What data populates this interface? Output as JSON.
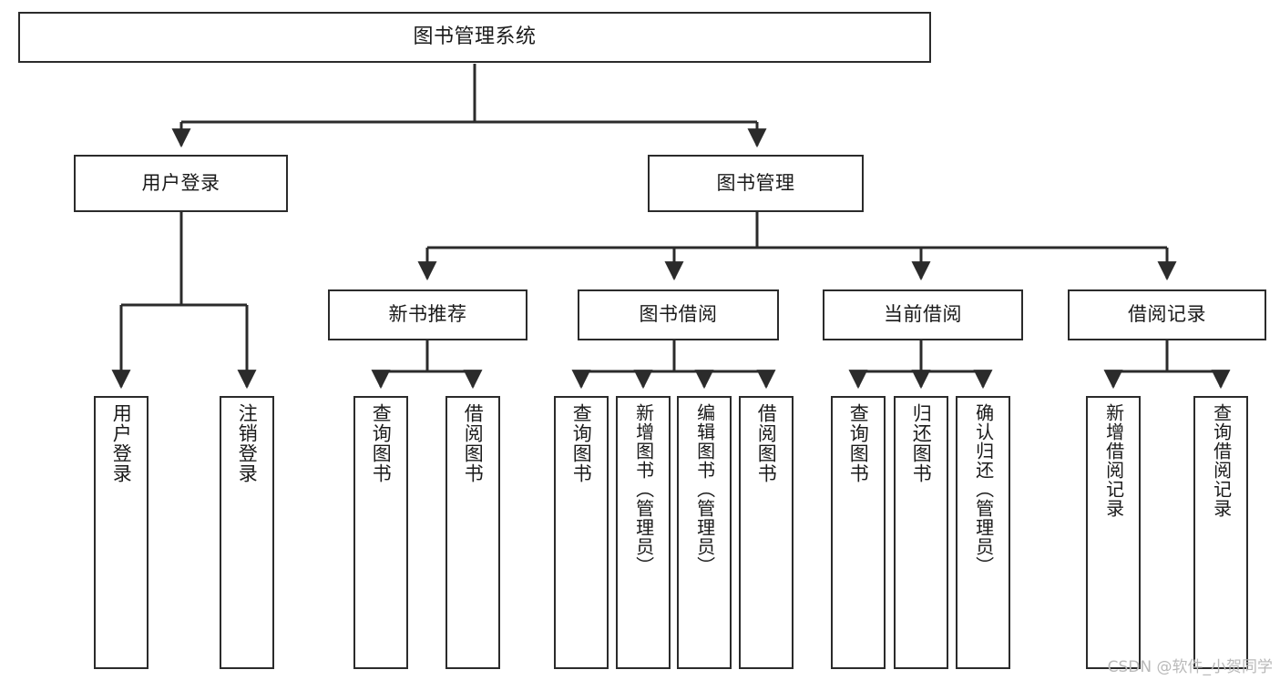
{
  "diagram": {
    "title": "图书管理系统",
    "type": "hierarchy-tree",
    "stroke_color": "#2b2b2b",
    "background_color": "#ffffff",
    "levels": {
      "root": {
        "label": "图书管理系统"
      },
      "level2": [
        {
          "label": "用户登录"
        },
        {
          "label": "图书管理"
        }
      ],
      "level3": [
        {
          "label": "新书推荐"
        },
        {
          "label": "图书借阅"
        },
        {
          "label": "当前借阅"
        },
        {
          "label": "借阅记录"
        }
      ],
      "leaves": {
        "user_login": [
          {
            "label": "用户登录"
          },
          {
            "label": "注销登录"
          }
        ],
        "new_book_recommend": [
          {
            "label": "查询图书"
          },
          {
            "label": "借阅图书"
          }
        ],
        "book_borrow": [
          {
            "label": "查询图书"
          },
          {
            "label": "新增图书（管理员）"
          },
          {
            "label": "编辑图书（管理员）"
          },
          {
            "label": "借阅图书"
          }
        ],
        "current_borrow": [
          {
            "label": "查询图书"
          },
          {
            "label": "归还图书"
          },
          {
            "label": "确认归还（管理员）"
          }
        ],
        "borrow_records": [
          {
            "label": "新增借阅记录"
          },
          {
            "label": "查询借阅记录"
          }
        ]
      }
    }
  },
  "watermark": {
    "text": "CSDN @软件_小贺同学"
  }
}
